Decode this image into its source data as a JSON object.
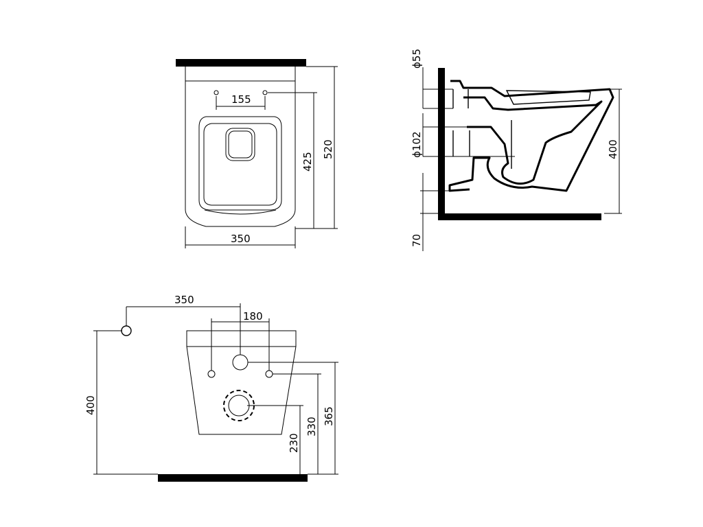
{
  "top_view": {
    "dimensions": {
      "fixing_spacing": "155",
      "width": "350",
      "depth_to_fixing": "425",
      "total_depth": "520"
    }
  },
  "side_view": {
    "dimensions": {
      "inlet_diameter": "ϕ55",
      "outlet_diameter": "ϕ102",
      "rim_height": "400",
      "outlet_offset": "70"
    }
  },
  "rear_view": {
    "dimensions": {
      "inlet_offset": "350",
      "bolt_spacing": "180",
      "inlet_height": "400",
      "outlet_height": "230",
      "bolt_height": "330",
      "top_inlet_height": "365"
    }
  }
}
